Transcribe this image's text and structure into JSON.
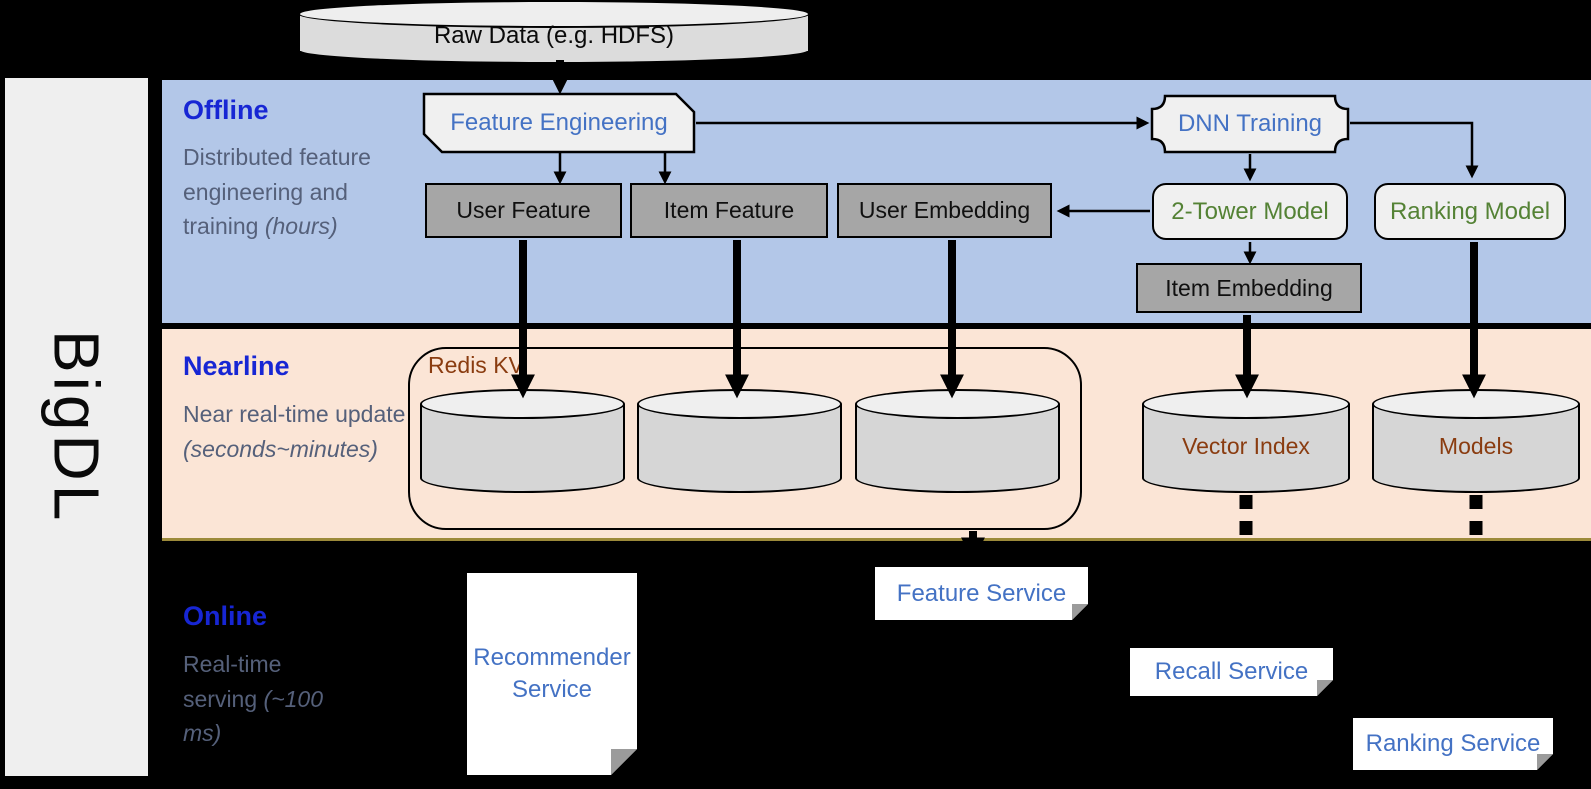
{
  "colors": {
    "accent_blue": "#4472c4",
    "title_blue": "#1726d4",
    "desc_slate": "#55607a",
    "green": "#548235",
    "brown": "#8a3c10",
    "band_blue": "#b3c7e8",
    "band_peach": "#fbe5d6",
    "box_gray": "#a6a6a6",
    "shape_gray": "#f0f0f0",
    "cylinder_gray": "#d6d6d6",
    "cylinder_top": "#efefef",
    "bar_gray": "#efefef",
    "nearline_edge": "#9c8a3a"
  },
  "brand": {
    "label": "BigDL"
  },
  "source": {
    "raw_data": "Raw Data (e.g. HDFS)"
  },
  "bands": {
    "offline": {
      "title": "Offline",
      "desc": "Distributed feature engineering and training",
      "time": "(hours)"
    },
    "nearline": {
      "title": "Nearline",
      "desc": "Near real-time update",
      "time": "(seconds~minutes)"
    },
    "online": {
      "title": "Online",
      "desc": "Real-time serving",
      "time": "(~100 ms)"
    }
  },
  "offline_nodes": {
    "feature_engineering": "Feature Engineering",
    "dnn_training": "DNN Training",
    "user_feature": "User Feature",
    "item_feature": "Item Feature",
    "user_embedding": "User Embedding",
    "two_tower_model": "2-Tower Model",
    "ranking_model": "Ranking Model",
    "item_embedding": "Item Embedding"
  },
  "nearline_nodes": {
    "redis_kv": "Redis KV",
    "vector_index": "Vector Index",
    "models": "Models"
  },
  "online_nodes": {
    "recommender_service": "Recommender Service",
    "feature_service": "Feature Service",
    "recall_service": "Recall Service",
    "ranking_service": "Ranking Service"
  }
}
